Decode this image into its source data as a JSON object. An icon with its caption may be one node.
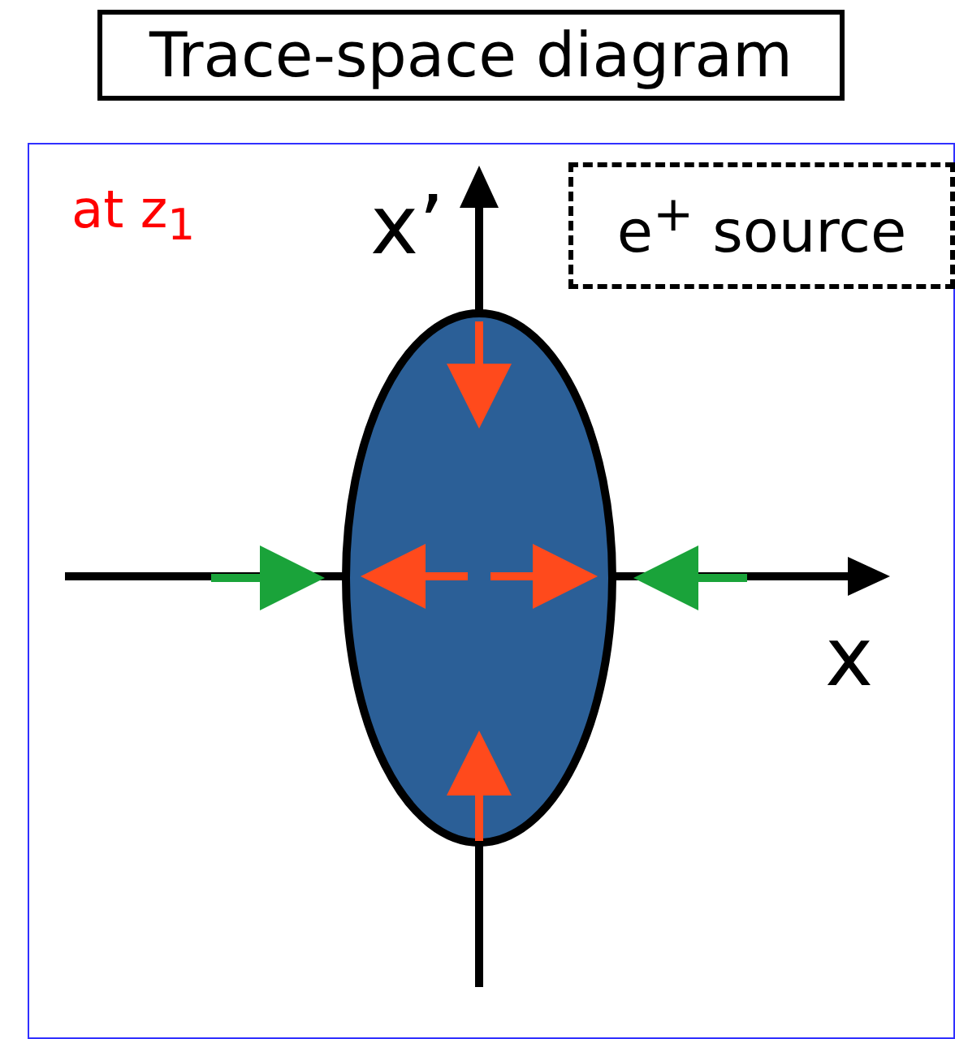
{
  "diagram": {
    "nodes": [
      {
        "text": [
          "Trace-space diagram"
        ]
      },
      {
        "text": [
          "e$^{+}$ source"
        ]
      },
      {
        "text": [],
        "shape": "ellipse"
      }
    ],
    "labels": [
      "at z$_{1}$",
      "x’",
      "x"
    ]
  }
}
